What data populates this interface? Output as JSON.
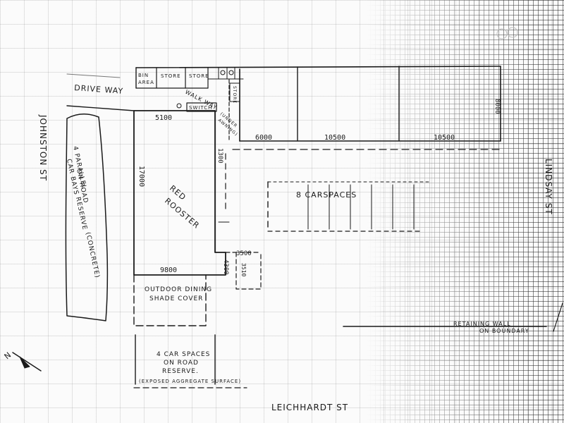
{
  "streets": {
    "johnston": "JOHNSTON ST",
    "leichhardt": "LEICHHARDT ST",
    "right": "LINDSAY ST"
  },
  "labels": {
    "driveway": "DRIVE WAY",
    "bin_area_1": "BIN",
    "bin_area_2": "AREA",
    "store_1": "STORE",
    "store_2": "STORE",
    "store_3": "STORE",
    "switch": "SWITCH",
    "walkway": "WALK WAY",
    "pergola_1": "(UNDER",
    "pergola_2": "AWNING)",
    "building_1": "RED",
    "building_2": "ROOSTER",
    "parallel_1": "4 PARALLEL",
    "parallel_2": "CAR BAYS",
    "parallel_3": "ON ROAD",
    "parallel_4": "RESERVE",
    "parallel_5": "(CONCRETE)",
    "carspaces": "8 CARSPACES",
    "dining_1": "OUTDOOR DINING",
    "dining_2": "SHADE COVER",
    "reserve_1": "4 CAR SPACES",
    "reserve_2": "ON ROAD",
    "reserve_3": "RESERVE.",
    "reserve_4": "(EXPOSED AGGREGATE SURFACE)",
    "retaining_1": "RETAINING WALL",
    "retaining_2": "ON BOUNDARY",
    "north": "N"
  },
  "dims": {
    "d5100": "5100",
    "d17000": "17000",
    "d1300": "1300",
    "d3500": "3500",
    "d4300": "4300",
    "d3510": "3510",
    "d9800": "9800",
    "d6000": "6000",
    "d10500a": "10500",
    "d10500b": "10500",
    "d8000": "8000"
  },
  "colors": {
    "ink": "#1a1a1a",
    "paper": "#fbfbfb"
  },
  "icons": {
    "north_arrow": "north-arrow-icon"
  }
}
